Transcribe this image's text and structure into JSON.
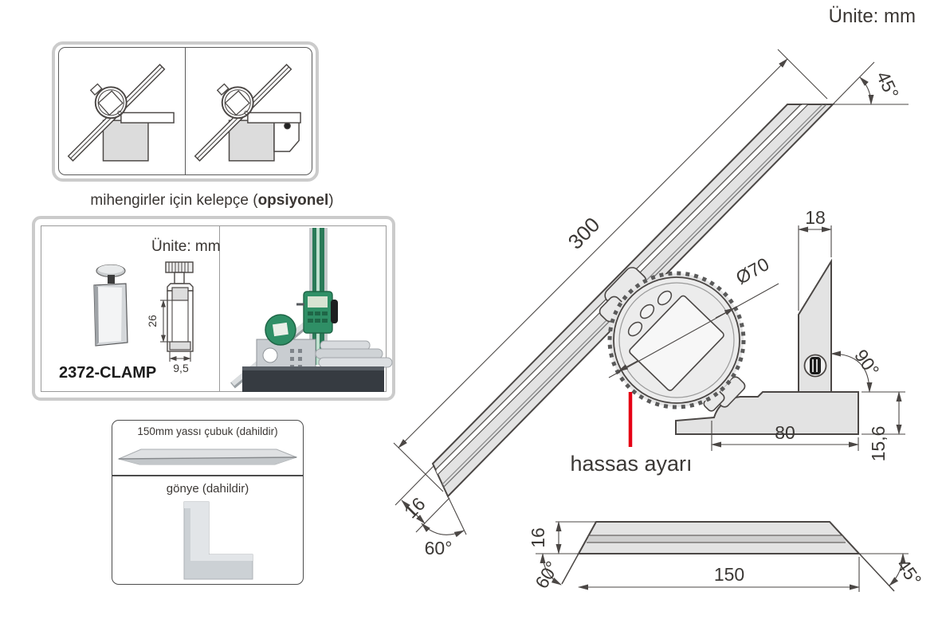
{
  "unit_note": "Ünite: mm",
  "accessories": {
    "usage_caption_prefix": "mihengirler için kelepçe (",
    "usage_caption_bold": "opsiyonel",
    "usage_caption_suffix": ")",
    "clamp": {
      "unit_note": "Ünite: mm",
      "model": "2372-CLAMP",
      "body_height": "26",
      "body_width": "9,5"
    },
    "included": {
      "flat_bar_label": "150mm yassı çubuk (dahildir)",
      "square_label": "gönye (dahildir)"
    }
  },
  "protractor": {
    "blade_length": "300",
    "blade_tip_angle": "45°",
    "square_blade_width": "18",
    "dial_diameter": "Ø70",
    "square_angle": "90°",
    "base_length": "80",
    "base_height": "15,6",
    "blade_width": "16",
    "blade_end_angle": "60°",
    "fine_adjust_label": "hassas ayarı"
  },
  "flat_bar": {
    "height": "16",
    "left_end_angle": "60°",
    "length": "150",
    "right_end_angle": "45°"
  },
  "colors": {
    "accent_red": "#e60014",
    "drawing_line": "#4b4745",
    "drawing_fill": "#e3e3e3",
    "frame_border": "#cbcbcb",
    "brand_green": "#2f8f66"
  }
}
